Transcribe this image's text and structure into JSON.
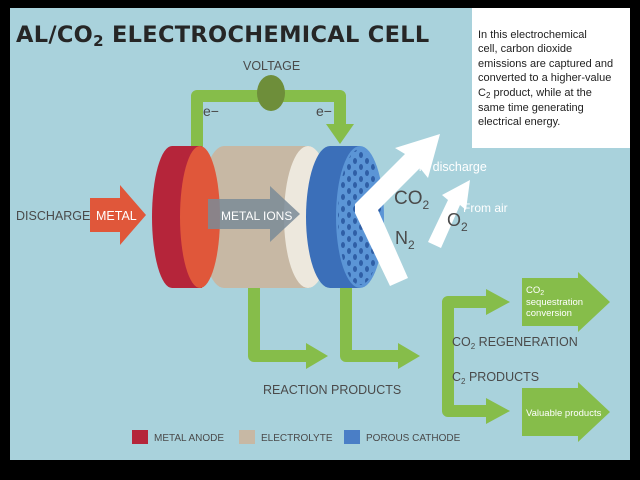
{
  "title": {
    "main": "AL/CO",
    "sub": "2",
    "rest": " ELECTROCHEMICAL CELL"
  },
  "description": {
    "line1": "In this electrochemical",
    "line2": "cell, carbon dioxide",
    "line3": "emissions are captured and",
    "line4": "converted to a higher-value",
    "line5_pre": "C",
    "line5_sub": "2",
    "line5_post": " product, while at the",
    "line6": "same time generating",
    "line7": "electrical energy."
  },
  "labels": {
    "voltage": "VOLTAGE",
    "electron": "e−",
    "discharge": "DISCHARGE",
    "metal": "METAL",
    "metal_ions": "METAL IONS",
    "co2": "CO",
    "n2": "N",
    "o2": "O",
    "sub2": "2",
    "from_discharge": "From discharge",
    "from_air": "From air",
    "reaction_products": "REACTION PRODUCTS",
    "co2_regeneration_pre": "CO",
    "co2_regeneration_post": " REGENERATION",
    "c2_products_pre": "C",
    "c2_products_post": " PRODUCTS",
    "seq_line1_pre": "CO",
    "seq_line2": "sequestration",
    "seq_line3": "conversion",
    "valuable_products": "Valuable products"
  },
  "legend": [
    {
      "label": "METAL ANODE",
      "color": "#b5253a"
    },
    {
      "label": "ELECTROLYTE",
      "color": "#c7b8a4"
    },
    {
      "label": "POROUS CATHODE",
      "color": "#4a7ec6"
    }
  ],
  "colors": {
    "background": "#a9d2dc",
    "green": "#86bd4a",
    "orange": "#e0573a",
    "red": "#b5253a",
    "electrolyte": "#c7b8a4",
    "cathode": "#4a7ec6",
    "voltage_node": "#6e8e3a"
  }
}
